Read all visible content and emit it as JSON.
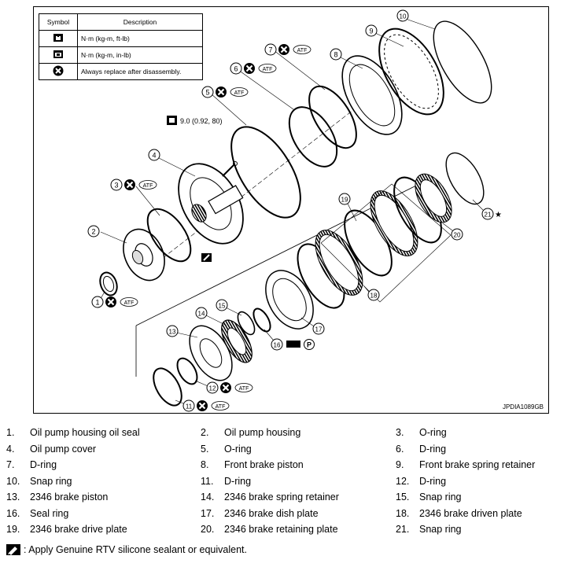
{
  "legend": {
    "header_symbol": "Symbol",
    "header_description": "Description",
    "rows": [
      {
        "icon": "torque-wrench-icon",
        "text": "N·m (kg-m, ft-lb)"
      },
      {
        "icon": "torque-wrench-small-icon",
        "text": "N·m (kg-m, in-lb)"
      },
      {
        "icon": "replace-icon",
        "text": "Always replace after disassembly."
      }
    ]
  },
  "torque_spec": "9.0 (0.92, 80)",
  "fluid_label": "ATF",
  "petroleum_jelly_label": "P",
  "star": "★",
  "figure_id": "JPDIA1089GB",
  "callouts": [
    "1",
    "2",
    "3",
    "4",
    "5",
    "6",
    "7",
    "8",
    "9",
    "10",
    "11",
    "12",
    "13",
    "14",
    "15",
    "16",
    "17",
    "18",
    "19",
    "20",
    "21"
  ],
  "parts": [
    {
      "num": "1.",
      "name": "Oil pump housing oil seal"
    },
    {
      "num": "2.",
      "name": "Oil pump housing"
    },
    {
      "num": "3.",
      "name": "O-ring"
    },
    {
      "num": "4.",
      "name": "Oil pump cover"
    },
    {
      "num": "5.",
      "name": "O-ring"
    },
    {
      "num": "6.",
      "name": "D-ring"
    },
    {
      "num": "7.",
      "name": "D-ring"
    },
    {
      "num": "8.",
      "name": "Front brake piston"
    },
    {
      "num": "9.",
      "name": "Front brake spring retainer"
    },
    {
      "num": "10.",
      "name": "Snap ring"
    },
    {
      "num": "11.",
      "name": "D-ring"
    },
    {
      "num": "12.",
      "name": "D-ring"
    },
    {
      "num": "13.",
      "name": "2346 brake piston"
    },
    {
      "num": "14.",
      "name": "2346 brake spring retainer"
    },
    {
      "num": "15.",
      "name": "Snap ring"
    },
    {
      "num": "16.",
      "name": "Seal ring"
    },
    {
      "num": "17.",
      "name": "2346 brake dish plate"
    },
    {
      "num": "18.",
      "name": "2346 brake driven plate"
    },
    {
      "num": "19.",
      "name": "2346 brake drive plate"
    },
    {
      "num": "20.",
      "name": "2346 brake retaining plate"
    },
    {
      "num": "21.",
      "name": "Snap ring"
    }
  ],
  "note": ": Apply Genuine RTV silicone sealant or equivalent."
}
